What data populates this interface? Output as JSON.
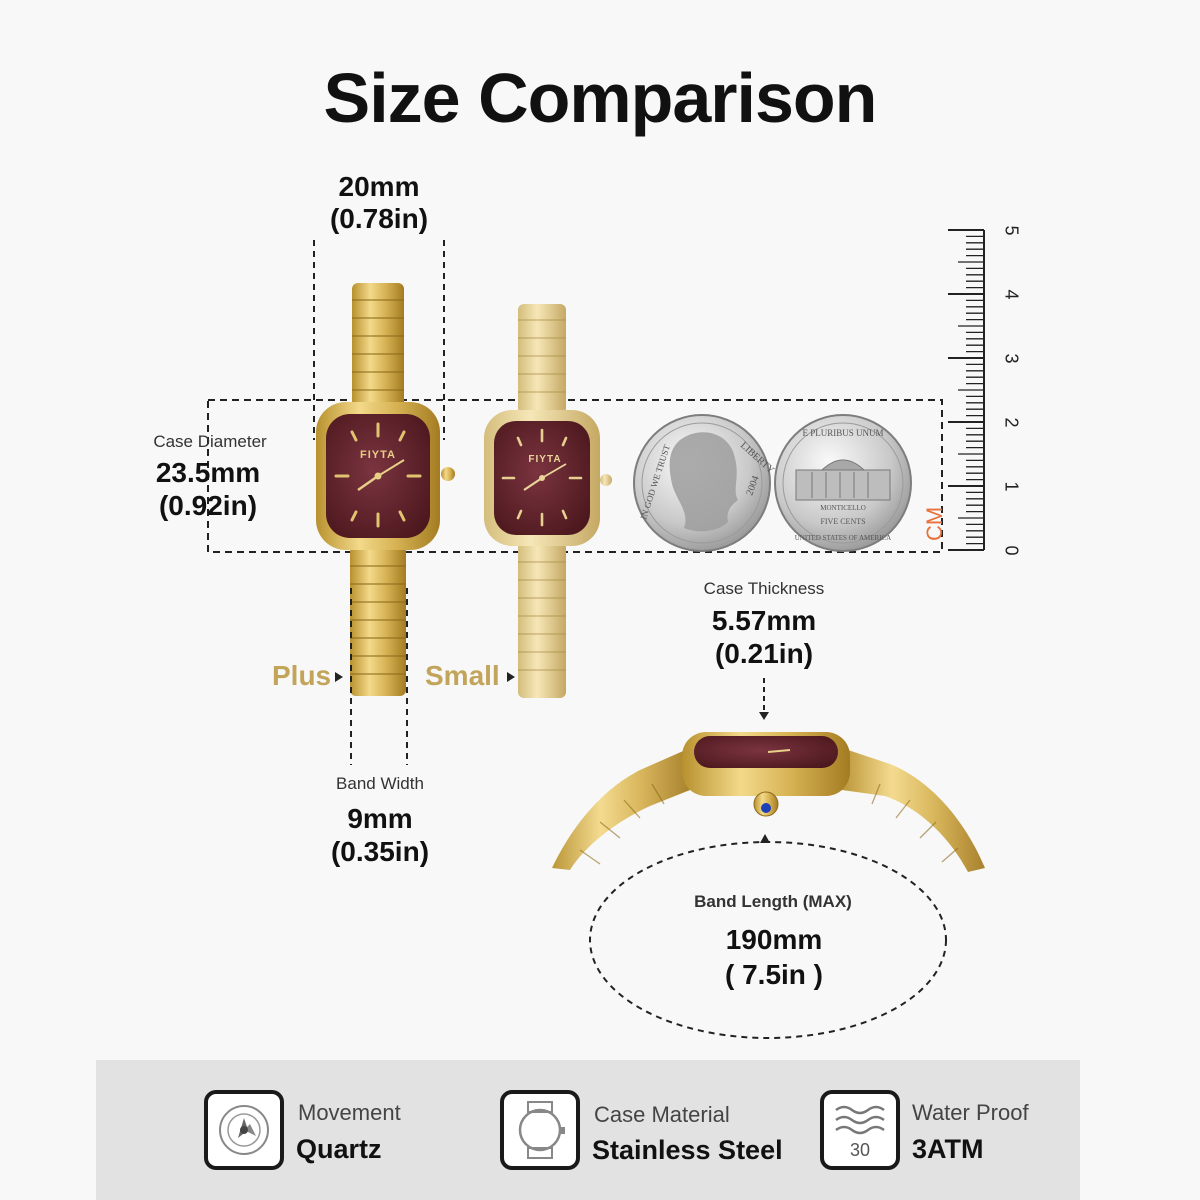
{
  "title": "Size Comparison",
  "width_dim": {
    "mm": "20mm",
    "in": "(0.78in)"
  },
  "diameter": {
    "label": "Case Diameter",
    "mm": "23.5mm",
    "in": "(0.92in)"
  },
  "thickness": {
    "label": "Case Thickness",
    "mm": "5.57mm",
    "in": "(0.21in)"
  },
  "band_width": {
    "label": "Band Width",
    "mm": "9mm",
    "in": "(0.35in)"
  },
  "band_length": {
    "label": "Band Length (MAX)",
    "mm": "190mm",
    "in": "( 7.5in )"
  },
  "variants": {
    "plus": "Plus",
    "small": "Small"
  },
  "brand": "FIYTA",
  "coin_quarter": {
    "top": "LIBERTY",
    "left": "IN GOD WE TRUST",
    "year": "2004"
  },
  "coin_nickel": {
    "top": "E PLURIBUS UNUM",
    "building": "MONTICELLO",
    "value": "FIVE CENTS",
    "bottom": "UNITED STATES OF AMERICA"
  },
  "ruler": {
    "unit": "CM",
    "ticks": [
      "0",
      "1",
      "2",
      "3",
      "4",
      "5"
    ]
  },
  "features": [
    {
      "title": "Movement",
      "value": "Quartz",
      "icon": "movement-icon"
    },
    {
      "title": "Case Material",
      "value": "Stainless Steel",
      "icon": "case-icon"
    },
    {
      "title": "Water Proof",
      "value": "3ATM",
      "icon": "water-icon",
      "icon_text": "30"
    }
  ],
  "colors": {
    "gold": "#d4b04c",
    "dial": "#5b1f26",
    "accent_orange": "#e8703a"
  }
}
